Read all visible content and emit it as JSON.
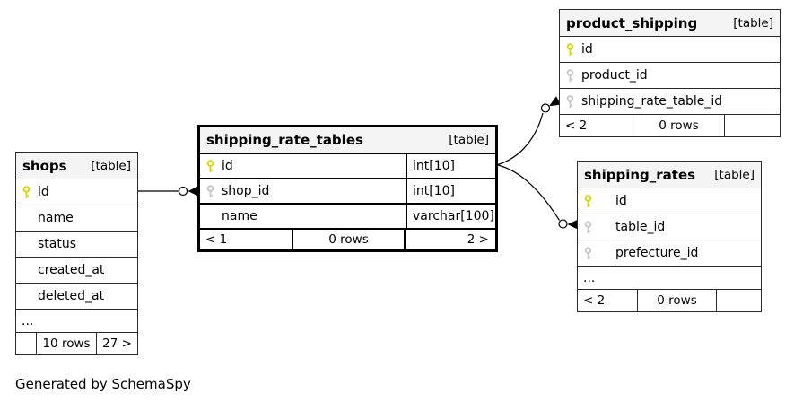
{
  "page": {
    "footer_note": "Generated by SchemaSpy"
  },
  "colors": {
    "primary_key_icon": "#d8d800",
    "foreign_key_icon": "#c8c8c8",
    "header_bg": "#f4f4f4",
    "border": "#2a2a2a"
  },
  "tables": {
    "shops": {
      "title": "shops",
      "tag": "[table]",
      "columns": [
        {
          "name": "id",
          "key": "pk"
        },
        {
          "name": "name",
          "key": ""
        },
        {
          "name": "status",
          "key": ""
        },
        {
          "name": "created_at",
          "key": ""
        },
        {
          "name": "deleted_at",
          "key": ""
        }
      ],
      "ellipsis": "...",
      "footer": {
        "parents": "",
        "rows": "10 rows",
        "children": "27 >"
      }
    },
    "shipping_rate_tables": {
      "title": "shipping_rate_tables",
      "tag": "[table]",
      "columns": [
        {
          "name": "id",
          "key": "pk",
          "type": "int[10]"
        },
        {
          "name": "shop_id",
          "key": "fk",
          "type": "int[10]"
        },
        {
          "name": "name",
          "key": "",
          "type": "varchar[100]"
        }
      ],
      "footer": {
        "parents": "< 1",
        "rows": "0 rows",
        "children": "2 >"
      }
    },
    "product_shipping": {
      "title": "product_shipping",
      "tag": "[table]",
      "columns": [
        {
          "name": "id",
          "key": "pk"
        },
        {
          "name": "product_id",
          "key": "fk"
        },
        {
          "name": "shipping_rate_table_id",
          "key": "fk"
        }
      ],
      "footer": {
        "parents": "< 2",
        "rows": "0 rows",
        "children": ""
      }
    },
    "shipping_rates": {
      "title": "shipping_rates",
      "tag": "[table]",
      "columns": [
        {
          "name": "id",
          "key": "pk"
        },
        {
          "name": "table_id",
          "key": "fk"
        },
        {
          "name": "prefecture_id",
          "key": "fk"
        }
      ],
      "ellipsis": "...",
      "footer": {
        "parents": "< 2",
        "rows": "0 rows",
        "children": ""
      }
    }
  },
  "relationships": [
    {
      "from": "shops.id",
      "to": "shipping_rate_tables.shop_id"
    },
    {
      "from": "shipping_rate_tables.id",
      "to": "product_shipping.shipping_rate_table_id"
    },
    {
      "from": "shipping_rate_tables.id",
      "to": "shipping_rates.table_id"
    }
  ]
}
